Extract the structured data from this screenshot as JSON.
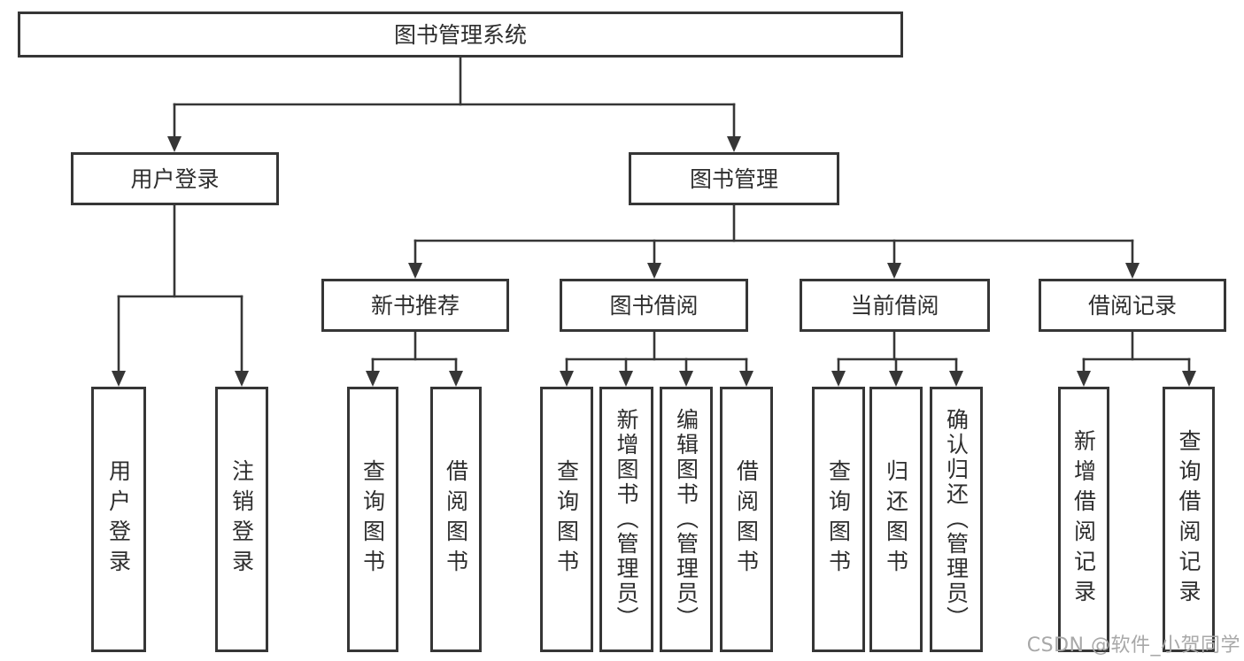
{
  "diagram": {
    "tree": {
      "label": "图书管理系统",
      "children": [
        {
          "label": "用户登录",
          "children": [
            {
              "label": "用户登录"
            },
            {
              "label": "注销登录"
            }
          ]
        },
        {
          "label": "图书管理",
          "children": [
            {
              "label": "新书推荐",
              "children": [
                {
                  "label": "查询图书"
                },
                {
                  "label": "借阅图书"
                }
              ]
            },
            {
              "label": "图书借阅",
              "children": [
                {
                  "label": "查询图书"
                },
                {
                  "label": "新增图书（管理员）"
                },
                {
                  "label": "编辑图书（管理员）"
                },
                {
                  "label": "借阅图书"
                }
              ]
            },
            {
              "label": "当前借阅",
              "children": [
                {
                  "label": "查询图书"
                },
                {
                  "label": "归还图书"
                },
                {
                  "label": "确认归还（管理员）"
                }
              ]
            },
            {
              "label": "借阅记录",
              "children": [
                {
                  "label": "新增借阅记录"
                },
                {
                  "label": "查询借阅记录"
                }
              ]
            }
          ]
        }
      ]
    },
    "colors": {
      "line": "#363636",
      "box_border": "#363636",
      "text": "#2e2e2e",
      "background": "#ffffff"
    }
  },
  "watermark": {
    "text": "CSDN @软件_小贺同学",
    "color": "#a8a8a8"
  }
}
